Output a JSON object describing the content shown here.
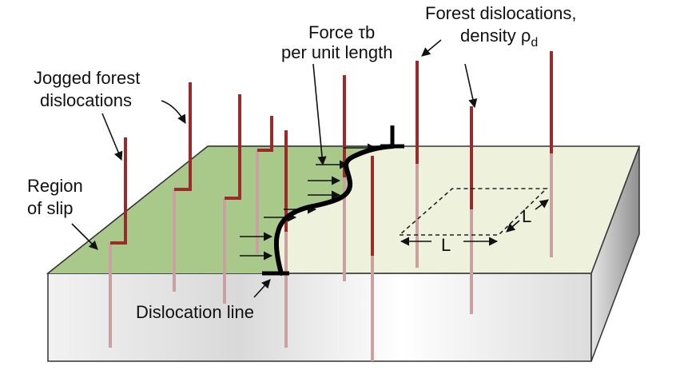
{
  "labels": {
    "jogged_line1": "Jogged forest",
    "jogged_line2": "dislocations",
    "region_line1": "Region",
    "region_line2": "of slip",
    "force_line1": "Force τb",
    "force_line2": "per unit length",
    "forest_line1": "Forest dislocations,",
    "forest_line2_prefix": "density ρ",
    "forest_line2_sub": "d",
    "dislocation_line": "Dislocation line",
    "spacing_l": "L",
    "spacing_l2": "L"
  },
  "colors": {
    "slip_region": "#a9c98a",
    "unslipped_top": "#eef1dc",
    "block_front": "#e4e4e4",
    "block_side": "#c8c8c8",
    "forest_above": "#9b2a2a",
    "forest_below": "#caa0a0",
    "dislocation": "#000000"
  }
}
